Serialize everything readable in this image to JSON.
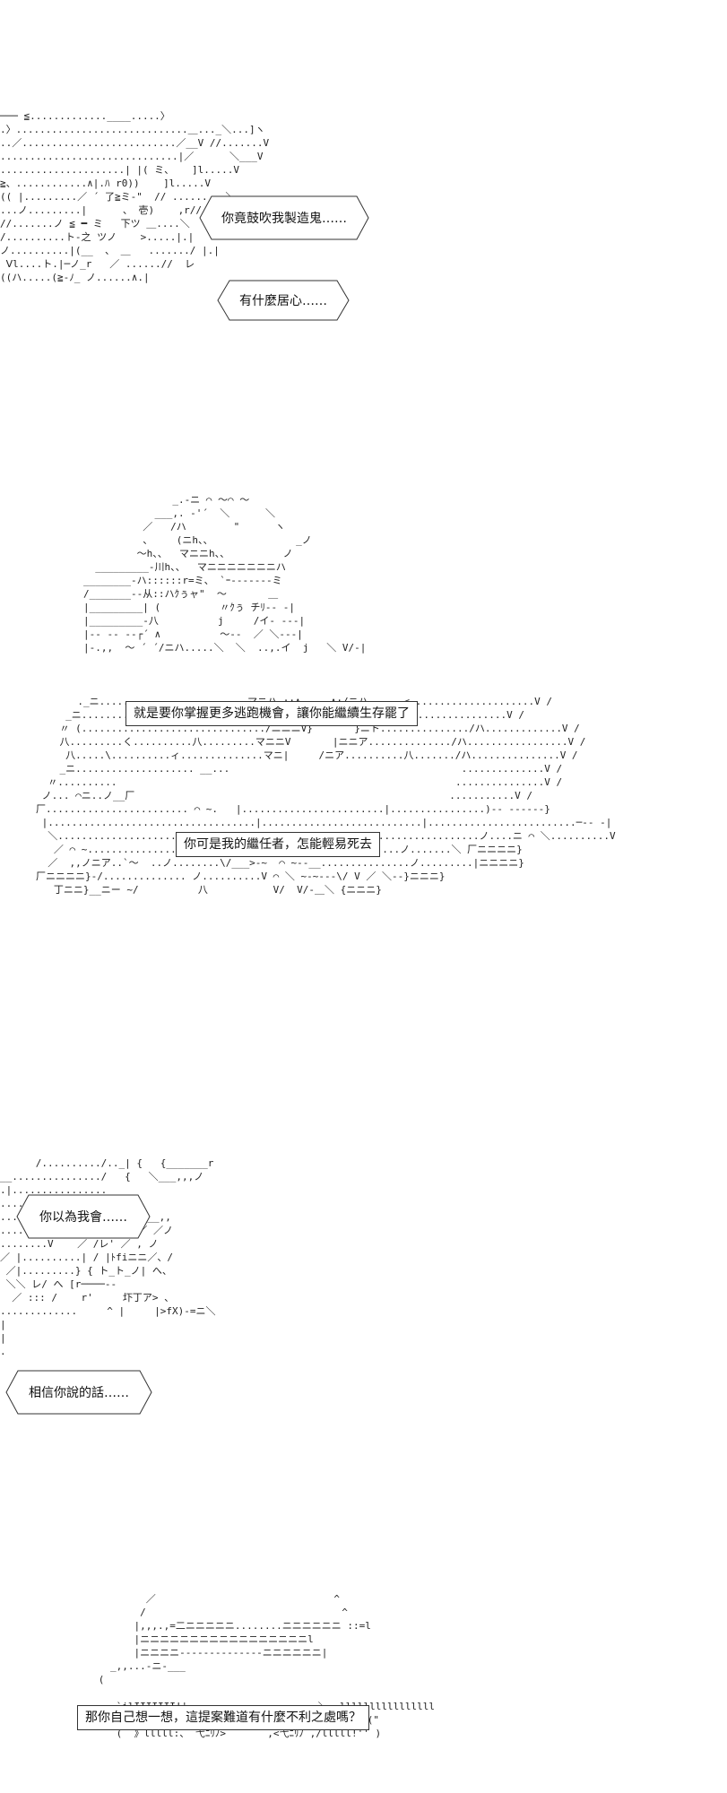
{
  "panels": [
    {
      "bubbles": [
        "你竟鼓吹我製造鬼……",
        "有什麼居心……"
      ],
      "art": "─── ≦.............____.....〉\n.〉.............................＿..._＼...]ヽ\n..／..........................／__V //.......V\n..............................|／      ＼___V\n.....................| |( ミ、   ]l.....V\n≧、............∧|.ﾊ r0))    ]l.....V\n(( |.........／ ´ 了≧ミ-\"  // .........＼\n...ノ.........|      、 壱)    ,r//......|\n//.......ノ ≦ ━ ミ   下ツ ＿....＼\n/..........ト-之 ツノ    >.....|.|\nノ..........|(__  、 ＿   ......./ |.|\n Ⅴl....ト.|─ノ_r   ／ ......//  レ\n((ハ.....(≧-ﾉ_ ノ......∧.|"
    },
    {
      "bubbles": [
        "就是要你掌握更多逃跑機會，讓你能繼續生存罷了",
        "你可是我的繼任者，怎能輕易死去"
      ],
      "art": "                       _.-ニ ⌒ ～⌒ ～\n                    ___,. ‐'´  ＼      ＼\n                  ／   /ハ        \"      ヽ\n                  、    (ニh、、              _ノ\n                 ～h、、  マニニh、、         ノ\n          _________-川h、、  マニニニニニニニハ\n        ________-ハ::::::r=ミ、 `ｰ-------ミ\n        /_______--从::ハｸぅャ\"  ～       ＿\n        |_________| (          〃ｸぅ チﾘ-- -|\n        |_________-八          j     /イ- ---|\n        |-- -- --┌´ ∧          ～--  ／ ＼---|\n        |-.,,  ～ ´ ´/ニハ.....＼  ＼  ..,.イ  j   ＼ V/-|\n\n\n\n       ._ニ.........................マニハ.::∧     ∧:/ニハ......<.....................V /\n     _ニ...............................ノ二ニV/´厂  Vニニア....../∧...............V /\n    〃 (.............................../ニニニV}       }ニト.............../ハ.............V /\n    八.........く..........八.........マニニV       |ニニア............../ハ.................V /\n     八.....\\..........ィ..............マニ|     /ニア..........八......./ハ...............V /\n    _ニ.................... __...                                       ..............V /\n  〃..........                                                         ...............V /\n ノ... ⌒ニ..ノ__厂                                                     ...........V /\n厂........................ ⌒ ~.   |........................|................)-- ------}\n |...................................|...........................|.........................─-- -|\n  ＼.......................................................................ノ....ニ ⌒ ＼..........V\n   ／ ⌒ ~....................................八......V/.......ノ.......＼ 厂ニニニニ}\n  ／  ,,ノニア..`～  ..ノ........\\/___>-~  ⌒ ~‐-__...............ノ.........|ニニニニ}\n厂ニニニニ}-/.............. ノ..........V ⌒ ＼ ~-~---\\/ V ／ ＼--}ニニニ}\n   丁ニニ}__ニー ~/          八           V/  V/-＿＼ {ニニニ}"
    },
    {
      "bubbles": [
        "你以為我會……",
        "相信你說的話……"
      ],
      "art": "      /........../.._| {   {_______r\n__.............../   {   ＼___,,,ノ\n.|................\n..........V\n...........|  |ﾄ(iニ／ .ィ__,,\n...........|ﾉ ＼ |_,,ノ ／ ／ノ\n........V    ／ /レ' ／ , ノ\n／ |..........| / |ﾄfiニニ／、/\n ／|.........} { ト_ト_ノ| へ、\n ＼＼ レ/ へ [r────-‐\n  ／ ::: /    r'     圷丁ア> 、\n.............     ^ |     |>fX)-=ニ＼\n|\n|\n."
    },
    {
      "bubbles": [
        "那你自己想一想，這提案難道有什麼不利之處嗎？"
      ],
      "art": "              ／                              ^\n             /                                 ^\n            |,,,.,=二ニニニニニ........ニニニニニニ ::=l\n            |ニニニニニニニニニニニニニニニニニl\n            |ニニニニ--------------ニニニニニニ|\n        _,,...-ニ‐___\n      (\n\n         `ilIIIIIII!'       ┬──‐     ~-────＼__llllllllllllllll\n          ｽ'!llll;-ｨ∃∃∃∃ｪ、        ,ィ∃∃∃∃ｪ、!lllllll(\"\n         (  》lllll:、 弋ﾆﾘﾉ>       ,<弋ﾆﾘﾉ ,/lllll!'' )"
    }
  ]
}
